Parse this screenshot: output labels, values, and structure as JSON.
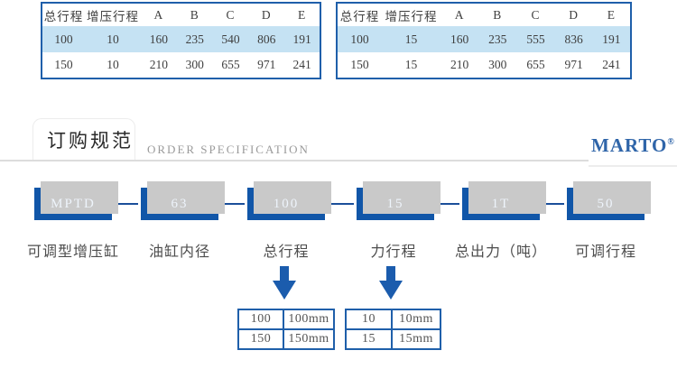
{
  "spec_tables": [
    {
      "headers": [
        "总行程",
        "增压行程",
        "A",
        "B",
        "C",
        "D",
        "E"
      ],
      "rows": [
        [
          "100",
          "10",
          "160",
          "235",
          "540",
          "806",
          "191"
        ],
        [
          "150",
          "10",
          "210",
          "300",
          "655",
          "971",
          "241"
        ]
      ]
    },
    {
      "headers": [
        "总行程",
        "增压行程",
        "A",
        "B",
        "C",
        "D",
        "E"
      ],
      "rows": [
        [
          "100",
          "15",
          "160",
          "235",
          "555",
          "836",
          "191"
        ],
        [
          "150",
          "15",
          "210",
          "300",
          "655",
          "971",
          "241"
        ]
      ]
    }
  ],
  "section": {
    "title_cn": "订购规范",
    "title_en": "ORDER SPECIFICATION",
    "brand": "MARTO",
    "brand_reg": "®"
  },
  "order_code": {
    "segments": [
      {
        "code": "MPTD",
        "label": "可调型增压缸"
      },
      {
        "code": "63",
        "label": "油缸内径"
      },
      {
        "code": "100",
        "label": "总行程"
      },
      {
        "code": "15",
        "label": "力行程"
      },
      {
        "code": "1T",
        "label": "总出力（吨）"
      },
      {
        "code": "50",
        "label": "可调行程"
      }
    ]
  },
  "detail_tables": [
    {
      "rows": [
        [
          "100",
          "100mm"
        ],
        [
          "150",
          "150mm"
        ]
      ]
    },
    {
      "rows": [
        [
          "10",
          "10mm"
        ],
        [
          "15",
          "15mm"
        ]
      ]
    }
  ],
  "colors": {
    "accent_blue": "#1156a8",
    "table_border_blue": "#1f5faa",
    "row_highlight_blue": "#c5e2f3",
    "arrow_blue": "#1b5cad",
    "brand_blue": "#2f65a9",
    "shadow_gray": "#c9c9c9",
    "text_gray": "#555555"
  }
}
